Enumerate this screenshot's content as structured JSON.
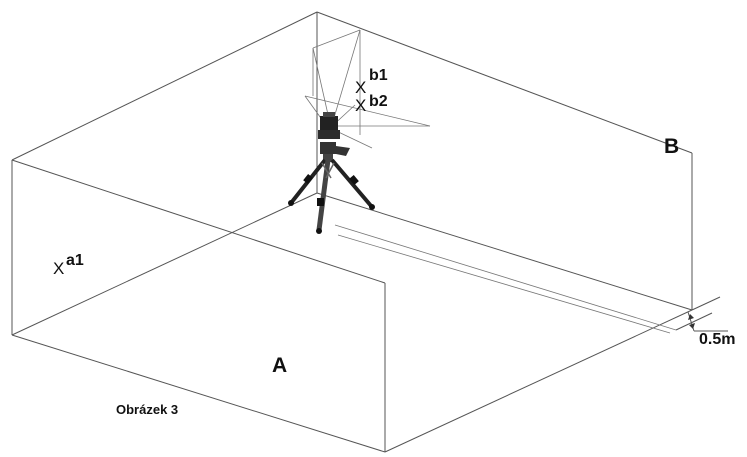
{
  "labels": {
    "wall_a": "A",
    "wall_b": "B",
    "point_a1_mark": "X",
    "point_a1": "a1",
    "point_b1_mark": "X",
    "point_b1": "b1",
    "point_b2_mark": "X",
    "point_b2": "b2",
    "distance": "0.5m",
    "caption": "Obrázek 3"
  },
  "colors": {
    "line": "#555555",
    "device": "#222222"
  },
  "icons": {
    "device": "tripod-laser-level-icon"
  }
}
